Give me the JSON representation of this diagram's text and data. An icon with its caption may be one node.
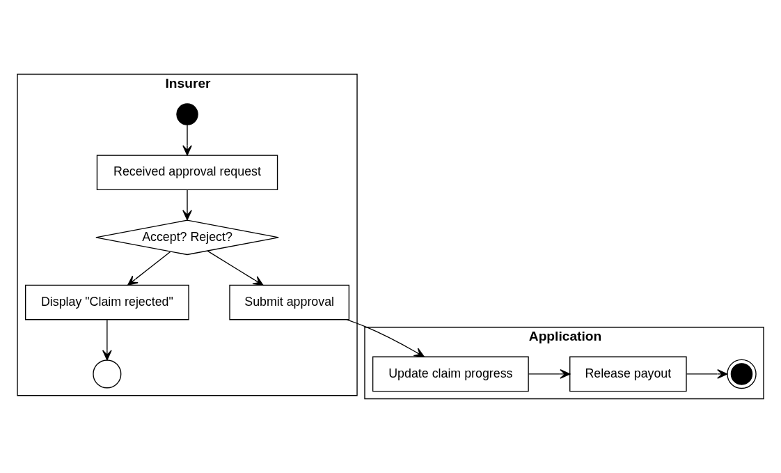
{
  "diagram": {
    "nodes": [
      {
        "text": [
          "Insurer"
        ]
      },
      {
        "text": [],
        "shape": "circle",
        "in": 0
      },
      {
        "text": [
          "Received approval request"
        ],
        "in": 0
      },
      {
        "text": [
          "Accept? Reject?"
        ],
        "in": 0
      },
      {
        "text": [
          "Display \"Claim rejected\""
        ],
        "in": 0
      },
      {
        "text": [],
        "shape": "circle",
        "in": 0
      },
      {
        "text": [
          "Submit approval"
        ],
        "in": 0
      },
      {
        "text": [
          "Application"
        ]
      },
      {
        "text": [
          "Update claim progress"
        ],
        "in": 7
      },
      {
        "text": [
          "Release payout"
        ],
        "in": 7
      },
      {
        "text": [],
        "shape": "circle",
        "in": 7
      }
    ],
    "edges": [
      {
        "from": 1,
        "to": 2,
        "arrow": "to"
      },
      {
        "from": 2,
        "to": 3,
        "arrow": "to"
      },
      {
        "from": 3,
        "to": 4,
        "arrow": "to"
      },
      {
        "from": 4,
        "to": 5,
        "arrow": "to"
      },
      {
        "from": 3,
        "to": 6,
        "arrow": "to"
      },
      {
        "from": 6,
        "to": 8,
        "arrow": "to"
      },
      {
        "from": 8,
        "to": 9,
        "arrow": "to"
      },
      {
        "from": 9,
        "to": 10,
        "arrow": "to"
      }
    ]
  }
}
